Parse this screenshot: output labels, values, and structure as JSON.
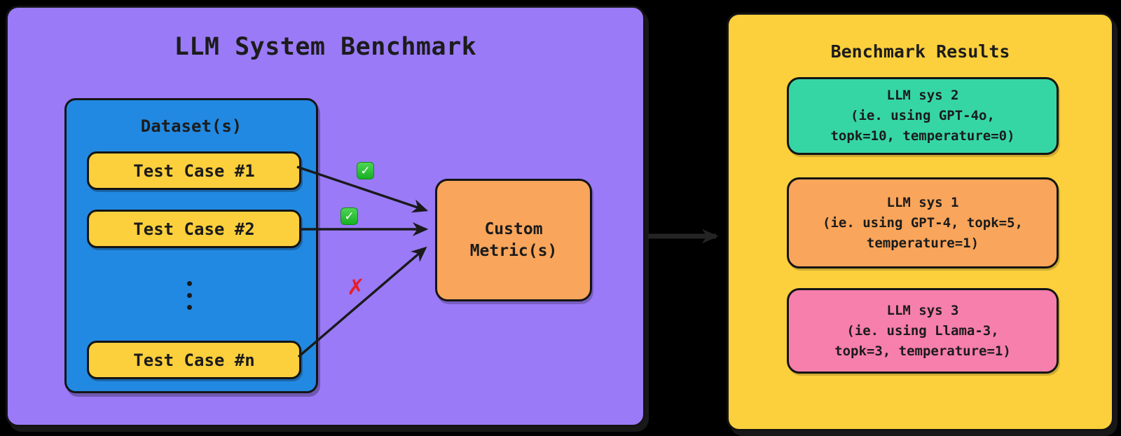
{
  "canvas": {
    "background": "#000000"
  },
  "left_panel": {
    "title": "LLM System Benchmark",
    "color": "#9a7af7",
    "dataset": {
      "title": "Dataset(s)",
      "color": "#2289e2",
      "test_case_color": "#fcd03c",
      "test_cases": [
        {
          "label": "Test Case #1"
        },
        {
          "label": "Test Case #2"
        },
        {
          "label": "Test Case #n"
        }
      ]
    },
    "metric_box": {
      "label": "Custom\nMetric(s)",
      "color": "#f9a55b"
    }
  },
  "annotations": {
    "pass_icon": "✓",
    "fail_icon": "✗"
  },
  "right_panel": {
    "title": "Benchmark Results",
    "color": "#fcd03c",
    "results": [
      {
        "name": "LLM sys 2",
        "desc": "(ie. using GPT-4o,\ntopk=10, temperature=0)",
        "color": "#36d6a4"
      },
      {
        "name": "LLM sys 1",
        "desc": "(ie. using GPT-4, topk=5,\ntemperature=1)",
        "color": "#f9a55b"
      },
      {
        "name": "LLM sys 3",
        "desc": "(ie. using Llama-3,\ntopk=3, temperature=1)",
        "color": "#f77fab"
      }
    ]
  }
}
